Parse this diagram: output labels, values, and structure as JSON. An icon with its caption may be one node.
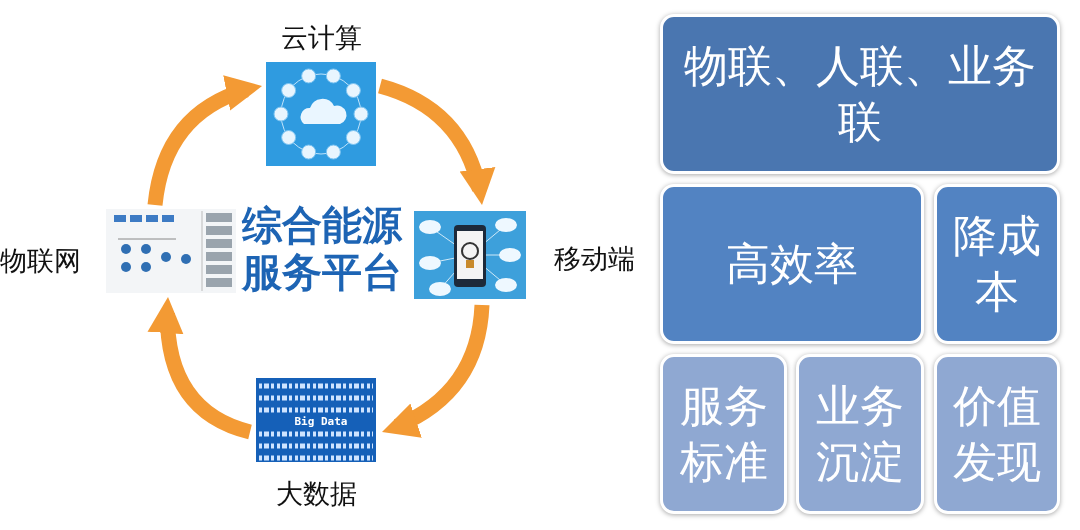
{
  "diagram": {
    "nodes": [
      {
        "text": [
          "云计算"
        ]
      },
      {
        "text": [
          "移动端"
        ]
      },
      {
        "text": [
          "大数据"
        ]
      },
      {
        "text": [
          "物联网"
        ]
      },
      {
        "text": [
          "物联、人联、业务联"
        ]
      },
      {
        "text": [
          "高效率"
        ]
      },
      {
        "text": [
          "降成本"
        ]
      },
      {
        "text": [
          "服务标准"
        ]
      },
      {
        "text": [
          "业务沉淀"
        ]
      },
      {
        "text": [
          "价值发现"
        ]
      }
    ],
    "edges": [
      {
        "from": 3,
        "to": 0,
        "arrow": "to"
      },
      {
        "from": 0,
        "to": 1,
        "arrow": "to"
      },
      {
        "from": 1,
        "to": 2,
        "arrow": "to"
      },
      {
        "from": 2,
        "to": 3,
        "arrow": "to"
      }
    ],
    "labels": [
      "综合能源服务平台",
      "Big Data"
    ]
  }
}
